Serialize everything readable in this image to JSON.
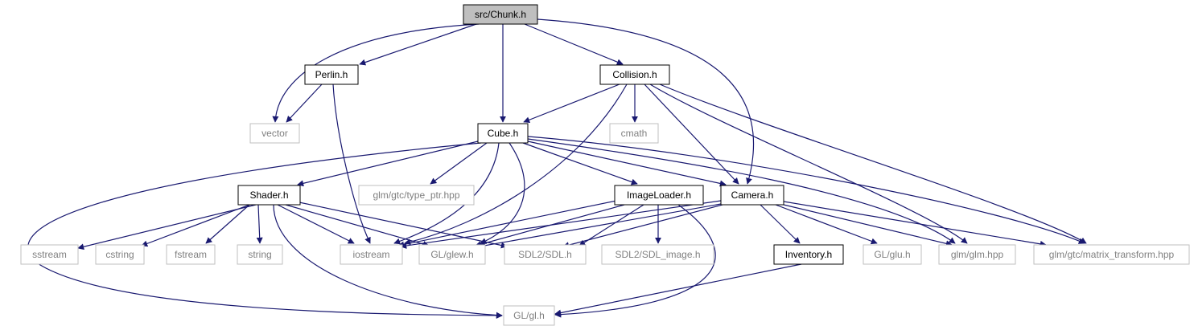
{
  "graph": {
    "title": "src/Chunk.h",
    "colors": {
      "edge": "#191970",
      "root_fill": "#bfbfbf",
      "root_stroke": "#000000",
      "documented_stroke": "#000000",
      "external_stroke": "#bfbfbf",
      "documented_text": "#000000",
      "external_text": "#808080"
    },
    "nodes": [
      {
        "id": "chunk",
        "label": "src/Chunk.h",
        "kind": "root"
      },
      {
        "id": "perlin",
        "label": "Perlin.h",
        "kind": "documented"
      },
      {
        "id": "collision",
        "label": "Collision.h",
        "kind": "documented"
      },
      {
        "id": "vector",
        "label": "vector",
        "kind": "external"
      },
      {
        "id": "cmath",
        "label": "cmath",
        "kind": "external"
      },
      {
        "id": "cube",
        "label": "Cube.h",
        "kind": "documented"
      },
      {
        "id": "shader",
        "label": "Shader.h",
        "kind": "documented"
      },
      {
        "id": "typeptr",
        "label": "glm/gtc/type_ptr.hpp",
        "kind": "external"
      },
      {
        "id": "imageloader",
        "label": "ImageLoader.h",
        "kind": "documented"
      },
      {
        "id": "camera",
        "label": "Camera.h",
        "kind": "documented"
      },
      {
        "id": "sstream",
        "label": "sstream",
        "kind": "external"
      },
      {
        "id": "cstring",
        "label": "cstring",
        "kind": "external"
      },
      {
        "id": "fstream",
        "label": "fstream",
        "kind": "external"
      },
      {
        "id": "string",
        "label": "string",
        "kind": "external"
      },
      {
        "id": "iostream",
        "label": "iostream",
        "kind": "external"
      },
      {
        "id": "glew",
        "label": "GL/glew.h",
        "kind": "external"
      },
      {
        "id": "sdl",
        "label": "SDL2/SDL.h",
        "kind": "external"
      },
      {
        "id": "sdlimage",
        "label": "SDL2/SDL_image.h",
        "kind": "external"
      },
      {
        "id": "inventory",
        "label": "Inventory.h",
        "kind": "documented"
      },
      {
        "id": "glu",
        "label": "GL/glu.h",
        "kind": "external"
      },
      {
        "id": "glmhpp",
        "label": "glm/glm.hpp",
        "kind": "external"
      },
      {
        "id": "mtx",
        "label": "glm/gtc/matrix_transform.hpp",
        "kind": "external"
      },
      {
        "id": "gl",
        "label": "GL/gl.h",
        "kind": "external"
      }
    ],
    "edges": [
      [
        "chunk",
        "vector"
      ],
      [
        "chunk",
        "perlin"
      ],
      [
        "chunk",
        "cube"
      ],
      [
        "chunk",
        "collision"
      ],
      [
        "chunk",
        "camera"
      ],
      [
        "perlin",
        "vector"
      ],
      [
        "perlin",
        "iostream"
      ],
      [
        "collision",
        "cube"
      ],
      [
        "collision",
        "cmath"
      ],
      [
        "collision",
        "iostream"
      ],
      [
        "collision",
        "camera"
      ],
      [
        "collision",
        "glmhpp"
      ],
      [
        "collision",
        "mtx"
      ],
      [
        "cube",
        "shader"
      ],
      [
        "cube",
        "typeptr"
      ],
      [
        "cube",
        "imageloader"
      ],
      [
        "cube",
        "camera"
      ],
      [
        "cube",
        "iostream"
      ],
      [
        "cube",
        "glew"
      ],
      [
        "cube",
        "gl"
      ],
      [
        "cube",
        "glmhpp"
      ],
      [
        "cube",
        "mtx"
      ],
      [
        "shader",
        "sstream"
      ],
      [
        "shader",
        "cstring"
      ],
      [
        "shader",
        "fstream"
      ],
      [
        "shader",
        "string"
      ],
      [
        "shader",
        "iostream"
      ],
      [
        "shader",
        "glew"
      ],
      [
        "shader",
        "sdl"
      ],
      [
        "shader",
        "gl"
      ],
      [
        "imageloader",
        "iostream"
      ],
      [
        "imageloader",
        "glew"
      ],
      [
        "imageloader",
        "sdl"
      ],
      [
        "imageloader",
        "sdlimage"
      ],
      [
        "imageloader",
        "gl"
      ],
      [
        "camera",
        "iostream"
      ],
      [
        "camera",
        "glew"
      ],
      [
        "camera",
        "sdl"
      ],
      [
        "camera",
        "inventory"
      ],
      [
        "camera",
        "glu"
      ],
      [
        "camera",
        "glmhpp"
      ],
      [
        "camera",
        "mtx"
      ],
      [
        "inventory",
        "gl"
      ]
    ]
  }
}
